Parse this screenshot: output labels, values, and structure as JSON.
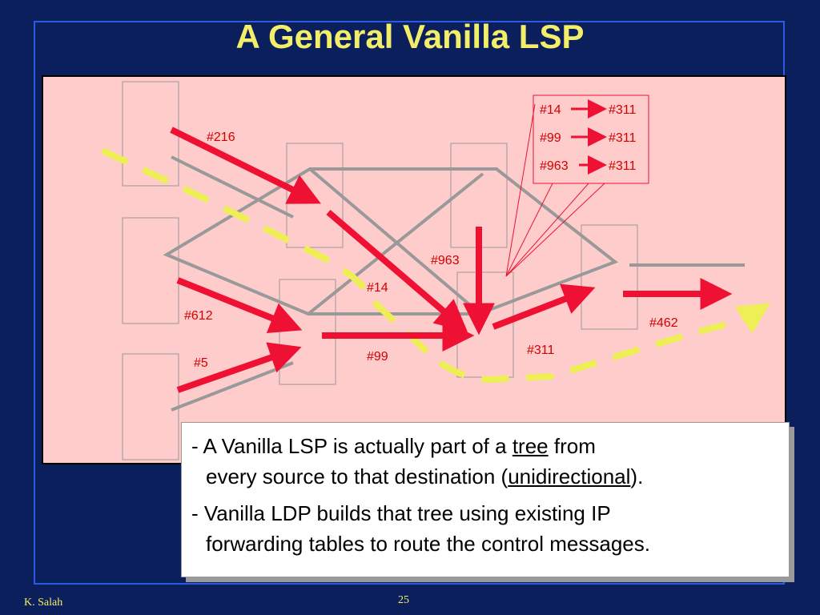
{
  "slide": {
    "title": "A General Vanilla LSP",
    "author": "K. Salah",
    "page_number": "25"
  },
  "diagram": {
    "labels": {
      "l216": "#216",
      "l612": "#612",
      "l5": "#5",
      "l14": "#14",
      "l99": "#99",
      "l963": "#963",
      "l311": "#311",
      "l462": "#462"
    },
    "label_table": [
      {
        "in": "#14",
        "out": "#311"
      },
      {
        "in": "#99",
        "out": "#311"
      },
      {
        "in": "#963",
        "out": "#311"
      }
    ],
    "colors": {
      "arrow": "#ee1133",
      "path": "#eeee55",
      "link": "#999999",
      "background": "#ffcccc"
    }
  },
  "text_box": {
    "b1_pre": "- A Vanilla LSP is actually part of a ",
    "b1_tree": "tree",
    "b1_mid": " from",
    "b1_line2_pre": "every source to that destination (",
    "b1_uni": "unidirectional",
    "b1_line2_post": ").",
    "b2_line1": "- Vanilla LDP builds that tree using existing IP",
    "b2_line2": "forwarding tables to route the control messages."
  }
}
